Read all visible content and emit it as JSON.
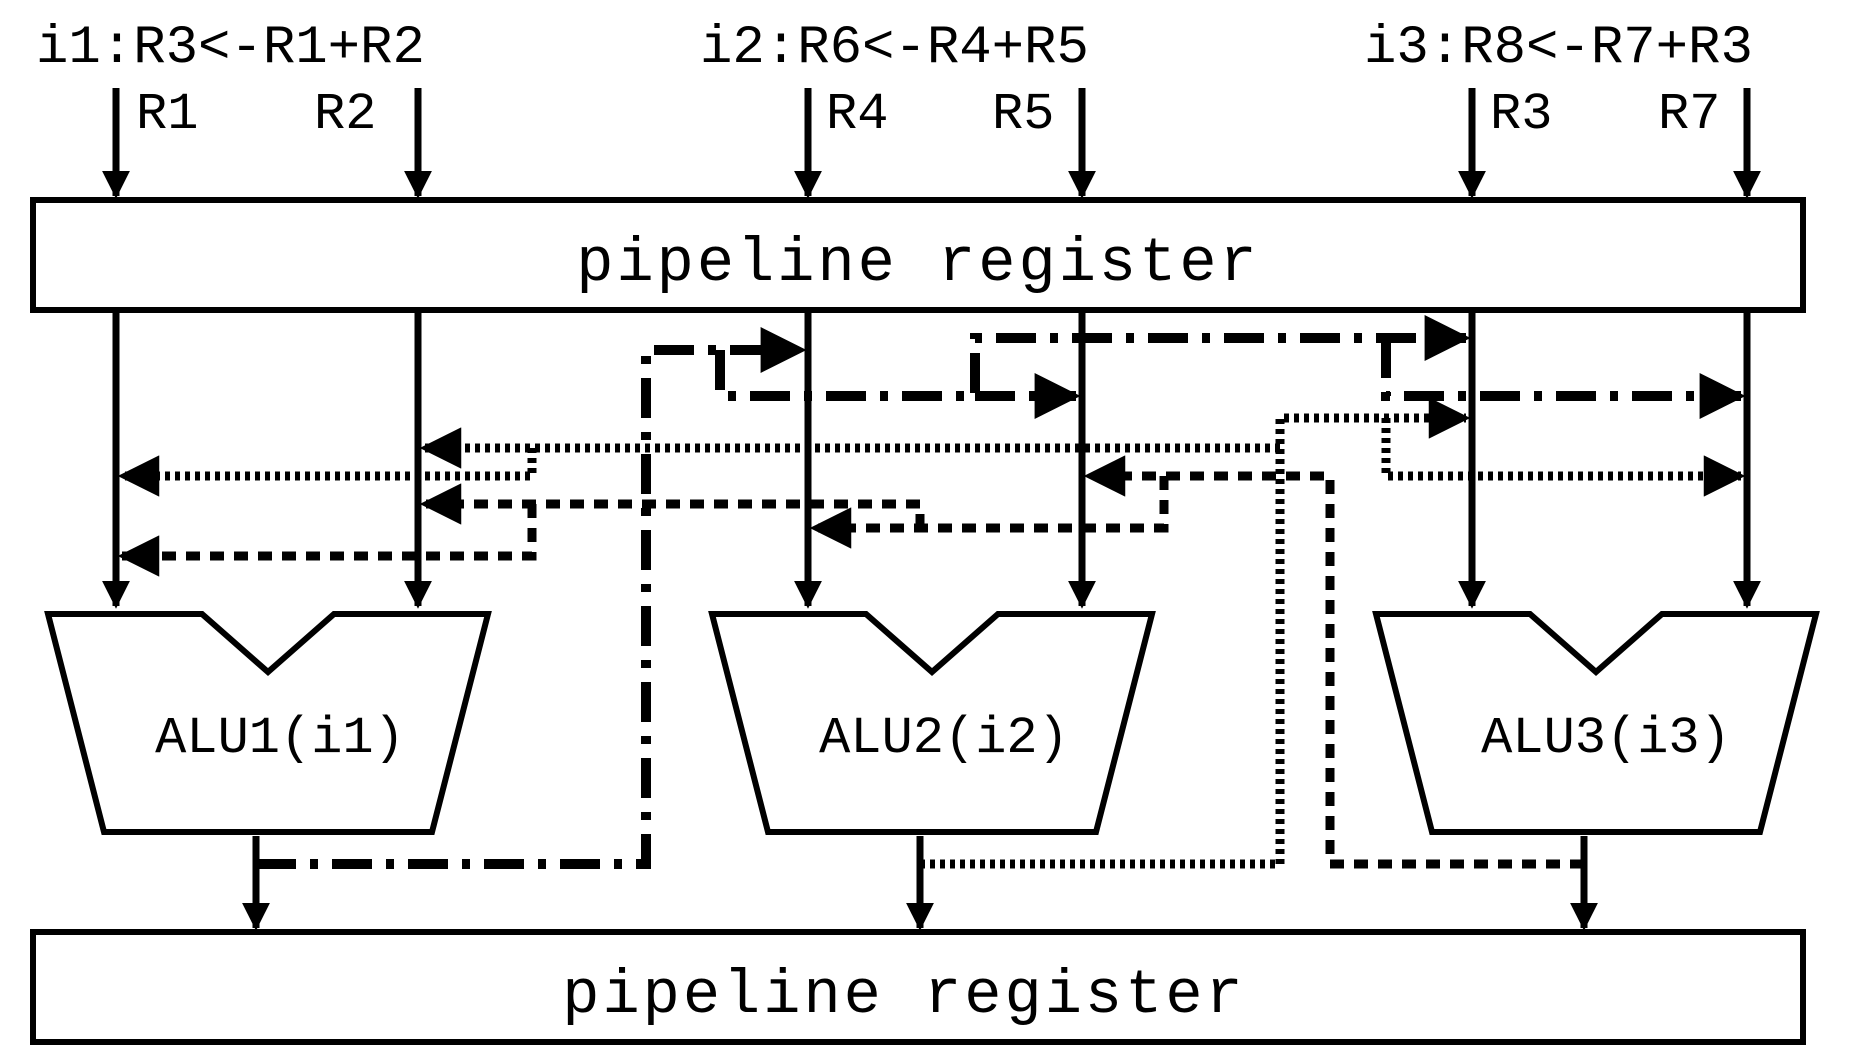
{
  "instructions": [
    {
      "label": "i1:R3<-R1+R2",
      "operands": [
        "R1",
        "R2"
      ]
    },
    {
      "label": "i2:R6<-R4+R5",
      "operands": [
        "R4",
        "R5"
      ]
    },
    {
      "label": "i3:R8<-R7+R3",
      "operands": [
        "R3",
        "R7"
      ]
    }
  ],
  "top_register": {
    "label": "pipeline register"
  },
  "bottom_register": {
    "label": "pipeline register"
  },
  "alus": [
    {
      "label": "ALU1(i1)"
    },
    {
      "label": "ALU2(i2)"
    },
    {
      "label": "ALU3(i3)"
    }
  ],
  "forwarding": {
    "alu1_result": "dash-dot",
    "alu2_result": "dotted",
    "alu3_result": "dashed"
  },
  "colors": {
    "ink": "#000000",
    "background": "#ffffff"
  }
}
